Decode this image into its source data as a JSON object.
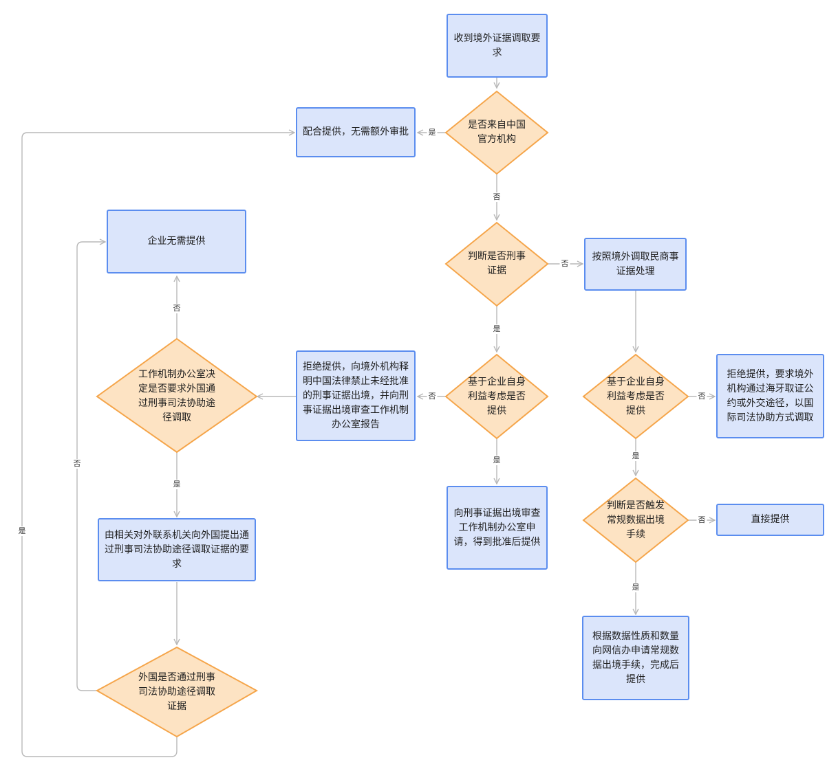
{
  "nodes": {
    "receive_request": "收到境外证据调取要求",
    "is_chinese_official": "是否来自中国官方机构",
    "cooperate_provide": "配合提供，无需额外审批",
    "is_criminal_evidence": "判断是否刑事证据",
    "civil_process": "按照境外调取民商事证据处理",
    "criminal_self_interest": "基于企业自身利益考虑是否提供",
    "civil_self_interest": "基于企业自身利益考虑是否提供",
    "refuse_report": "拒绝提供，向境外机构释明中国法律禁止未经批准的刑事证据出境，并向刑事证据出境审查工作机制办公室报告",
    "refuse_hague": "拒绝提供，要求境外机构通过海牙取证公约或外交途径，以国际司法协助方式调取",
    "apply_criminal_office": "向刑事证据出境审查工作机制办公室申请，得到批准后提供",
    "trigger_data_export": "判断是否触发常规数据出境手续",
    "provide_directly": "直接提供",
    "apply_cac": "根据数据性质和数量向网信办申请常规数据出境手续，完成后提供",
    "office_decision": "工作机制办公室决定是否要求外国通过刑事司法协助途径调取",
    "enterprise_no_need": "企业无需提供",
    "foreign_request": "由相关对外联系机关向外国提出通过刑事司法协助途径调取证据的要求",
    "foreign_uses_assistance": "外国是否通过刑事司法协助途径调取证据"
  },
  "labels": {
    "yes": "是",
    "no": "否"
  },
  "colors": {
    "box_fill": "#dbe5fb",
    "box_border": "#5b8def",
    "diamond_fill": "#fde3c3",
    "diamond_border": "#f5a54a",
    "connector": "#b8b8b8"
  }
}
